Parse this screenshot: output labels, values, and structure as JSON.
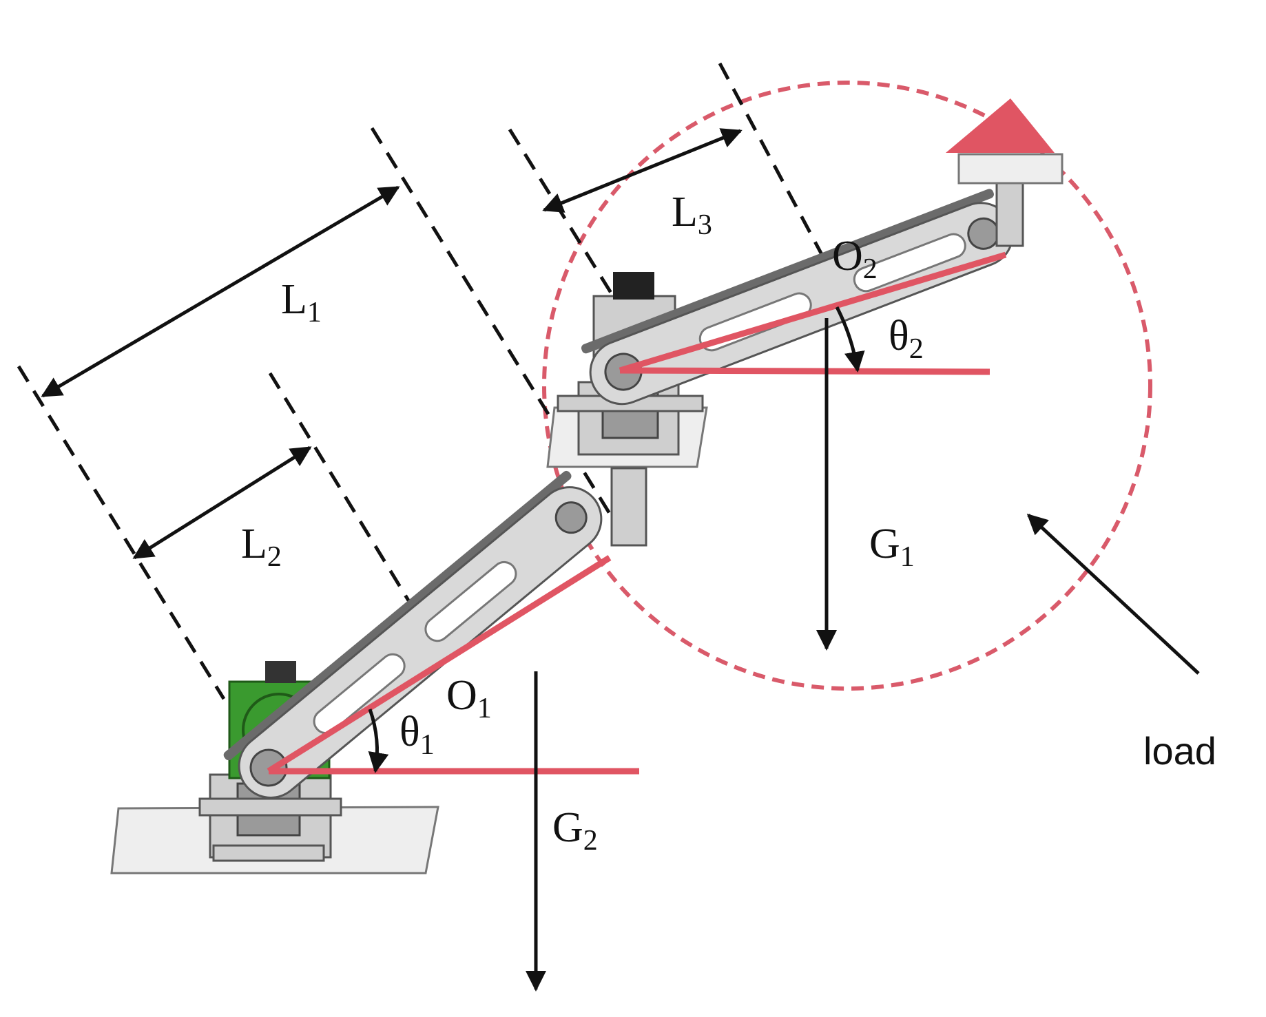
{
  "labels": {
    "L1": {
      "main": "L",
      "sub": "1"
    },
    "L2": {
      "main": "L",
      "sub": "2"
    },
    "L3": {
      "main": "L",
      "sub": "3"
    },
    "O1": {
      "main": "O",
      "sub": "1"
    },
    "O2": {
      "main": "O",
      "sub": "2"
    },
    "theta1": {
      "main": "θ",
      "sub": "1"
    },
    "theta2": {
      "main": "θ",
      "sub": "2"
    },
    "G1": {
      "main": "G",
      "sub": "1"
    },
    "G2": {
      "main": "G",
      "sub": "2"
    },
    "load": "load"
  },
  "colors": {
    "accent_pink": "#e05563",
    "load_circle": "#d95a6a",
    "motor_green": "#3a9a2f",
    "line_black": "#111111"
  },
  "icons": {
    "load_marker": "triangle-icon",
    "base_motor": "motor-icon",
    "elbow_motor": "motor-icon"
  }
}
